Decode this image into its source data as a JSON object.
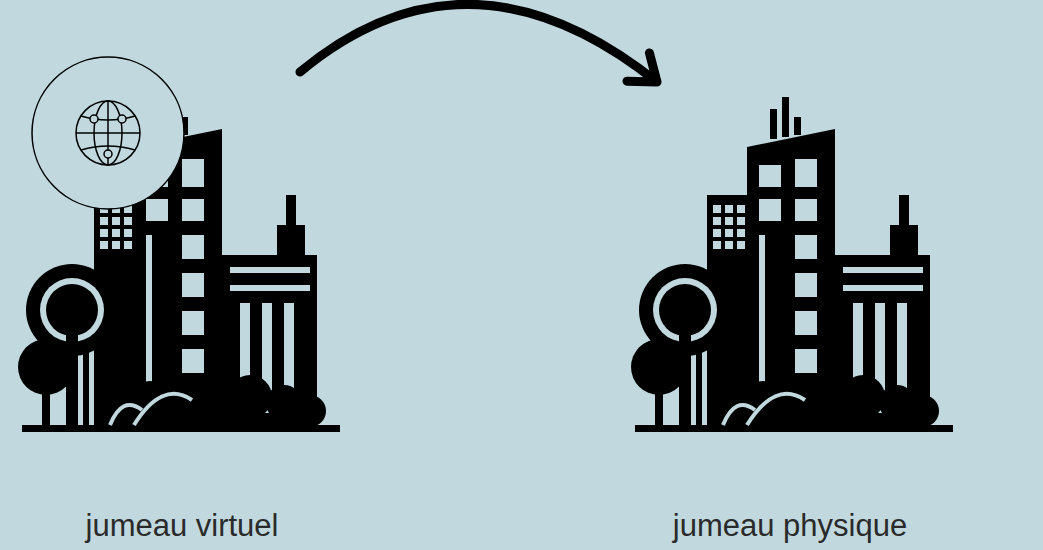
{
  "diagram": {
    "nodes": [
      {
        "text": [
          "jumeau virtuel"
        ]
      },
      {
        "text": [
          "jumeau physique"
        ]
      }
    ],
    "edges": [
      {
        "from": 0,
        "to": 1,
        "arrow": "to"
      }
    ]
  }
}
